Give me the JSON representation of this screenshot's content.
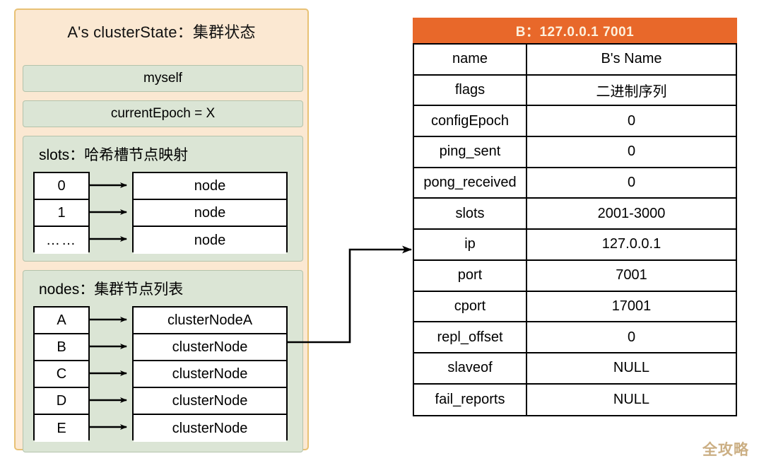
{
  "cluster_state": {
    "title": "A's clusterState：集群状态",
    "rows": [
      {
        "label": "myself"
      },
      {
        "label": "currentEpoch = X"
      }
    ],
    "slots": {
      "heading": "slots：哈希槽节点映射",
      "keys": [
        "0",
        "1",
        "……"
      ],
      "values": [
        "node",
        "node",
        "node"
      ]
    },
    "nodes": {
      "heading": "nodes：集群节点列表",
      "keys": [
        "A",
        "B",
        "C",
        "D",
        "E"
      ],
      "values": [
        "clusterNodeA",
        "clusterNode",
        "clusterNode",
        "clusterNode",
        "clusterNode"
      ]
    }
  },
  "node_table": {
    "header": "B：127.0.0.1 7001",
    "rows": [
      {
        "key": "name",
        "value": "B's Name"
      },
      {
        "key": "flags",
        "value": "二进制序列"
      },
      {
        "key": "configEpoch",
        "value": "0"
      },
      {
        "key": "ping_sent",
        "value": "0"
      },
      {
        "key": "pong_received",
        "value": "0"
      },
      {
        "key": "slots",
        "value": "2001-3000"
      },
      {
        "key": "ip",
        "value": "127.0.0.1"
      },
      {
        "key": "port",
        "value": "7001"
      },
      {
        "key": "cport",
        "value": "17001"
      },
      {
        "key": "repl_offset",
        "value": "0"
      },
      {
        "key": "slaveof",
        "value": "NULL"
      },
      {
        "key": "fail_reports",
        "value": "NULL"
      }
    ]
  },
  "watermark": {
    "text": "全攻略"
  },
  "colors": {
    "panel_bg": "#fbe8d2",
    "panel_border": "#e8c175",
    "group_bg": "#dbe5d5",
    "group_border": "#b4c3ab",
    "header_orange": "#e8682a",
    "header_text": "#fdf0dc",
    "line": "#000000",
    "watermark": "#c9ab7e"
  }
}
